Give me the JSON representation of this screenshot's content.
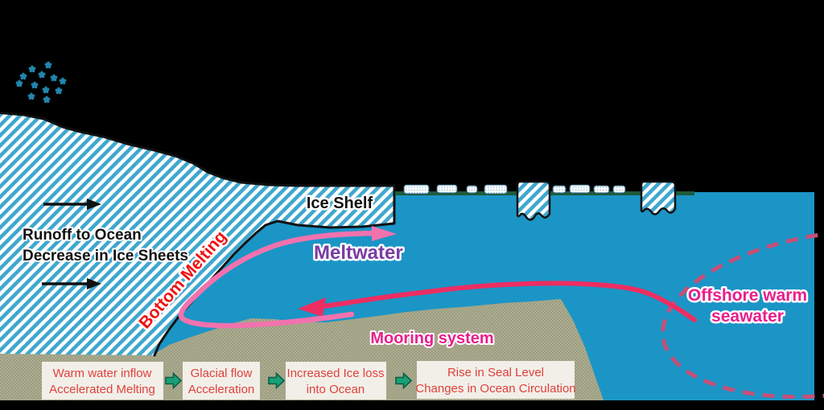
{
  "figure": {
    "type": "schematic-diagram",
    "topic": "Ice sheet and ice shelf interaction with the ocean"
  },
  "labels": {
    "ice_shelf": "Ice Shelf",
    "runoff_line1": "Runoff to Ocean",
    "runoff_line2": "Decrease in Ice Sheets",
    "bottom_melting": "Bottom Melting",
    "meltwater": "Meltwater",
    "offshore_line1": "Offshore warm",
    "offshore_line2": "seawater",
    "mooring": "Mooring system"
  },
  "flow_chart": {
    "steps": [
      {
        "line1": "Warm water inflow",
        "line2": "Accelerated Melting"
      },
      {
        "line1": "Glacial flow",
        "line2": "Acceleration"
      },
      {
        "line1": "Increased Ice loss",
        "line2": "into Ocean"
      },
      {
        "line1": "Rise in Seal Level",
        "line2": "Changes in Ocean Circulation"
      }
    ]
  },
  "colors": {
    "background": "#000000",
    "ocean": "#1b95c6",
    "ice_hatch_stripe": "#3fa7ce",
    "seafloor": "#a9aa8e",
    "waterline_strip": "#1f5b3c",
    "warm_inflow_arrow": "#ed2d62",
    "meltwater_arrow": "#f272ae",
    "gyre_dashed": "#c65079",
    "meltwater_label": "#7a3ca3",
    "magenta_label": "#ea1e8c",
    "bottom_melting_label": "#ee1111",
    "flow_box_bg": "#f2efe9",
    "flow_box_text": "#e0403a",
    "flow_arrow_green": "#18a078",
    "snowflake": "#2187ae"
  }
}
